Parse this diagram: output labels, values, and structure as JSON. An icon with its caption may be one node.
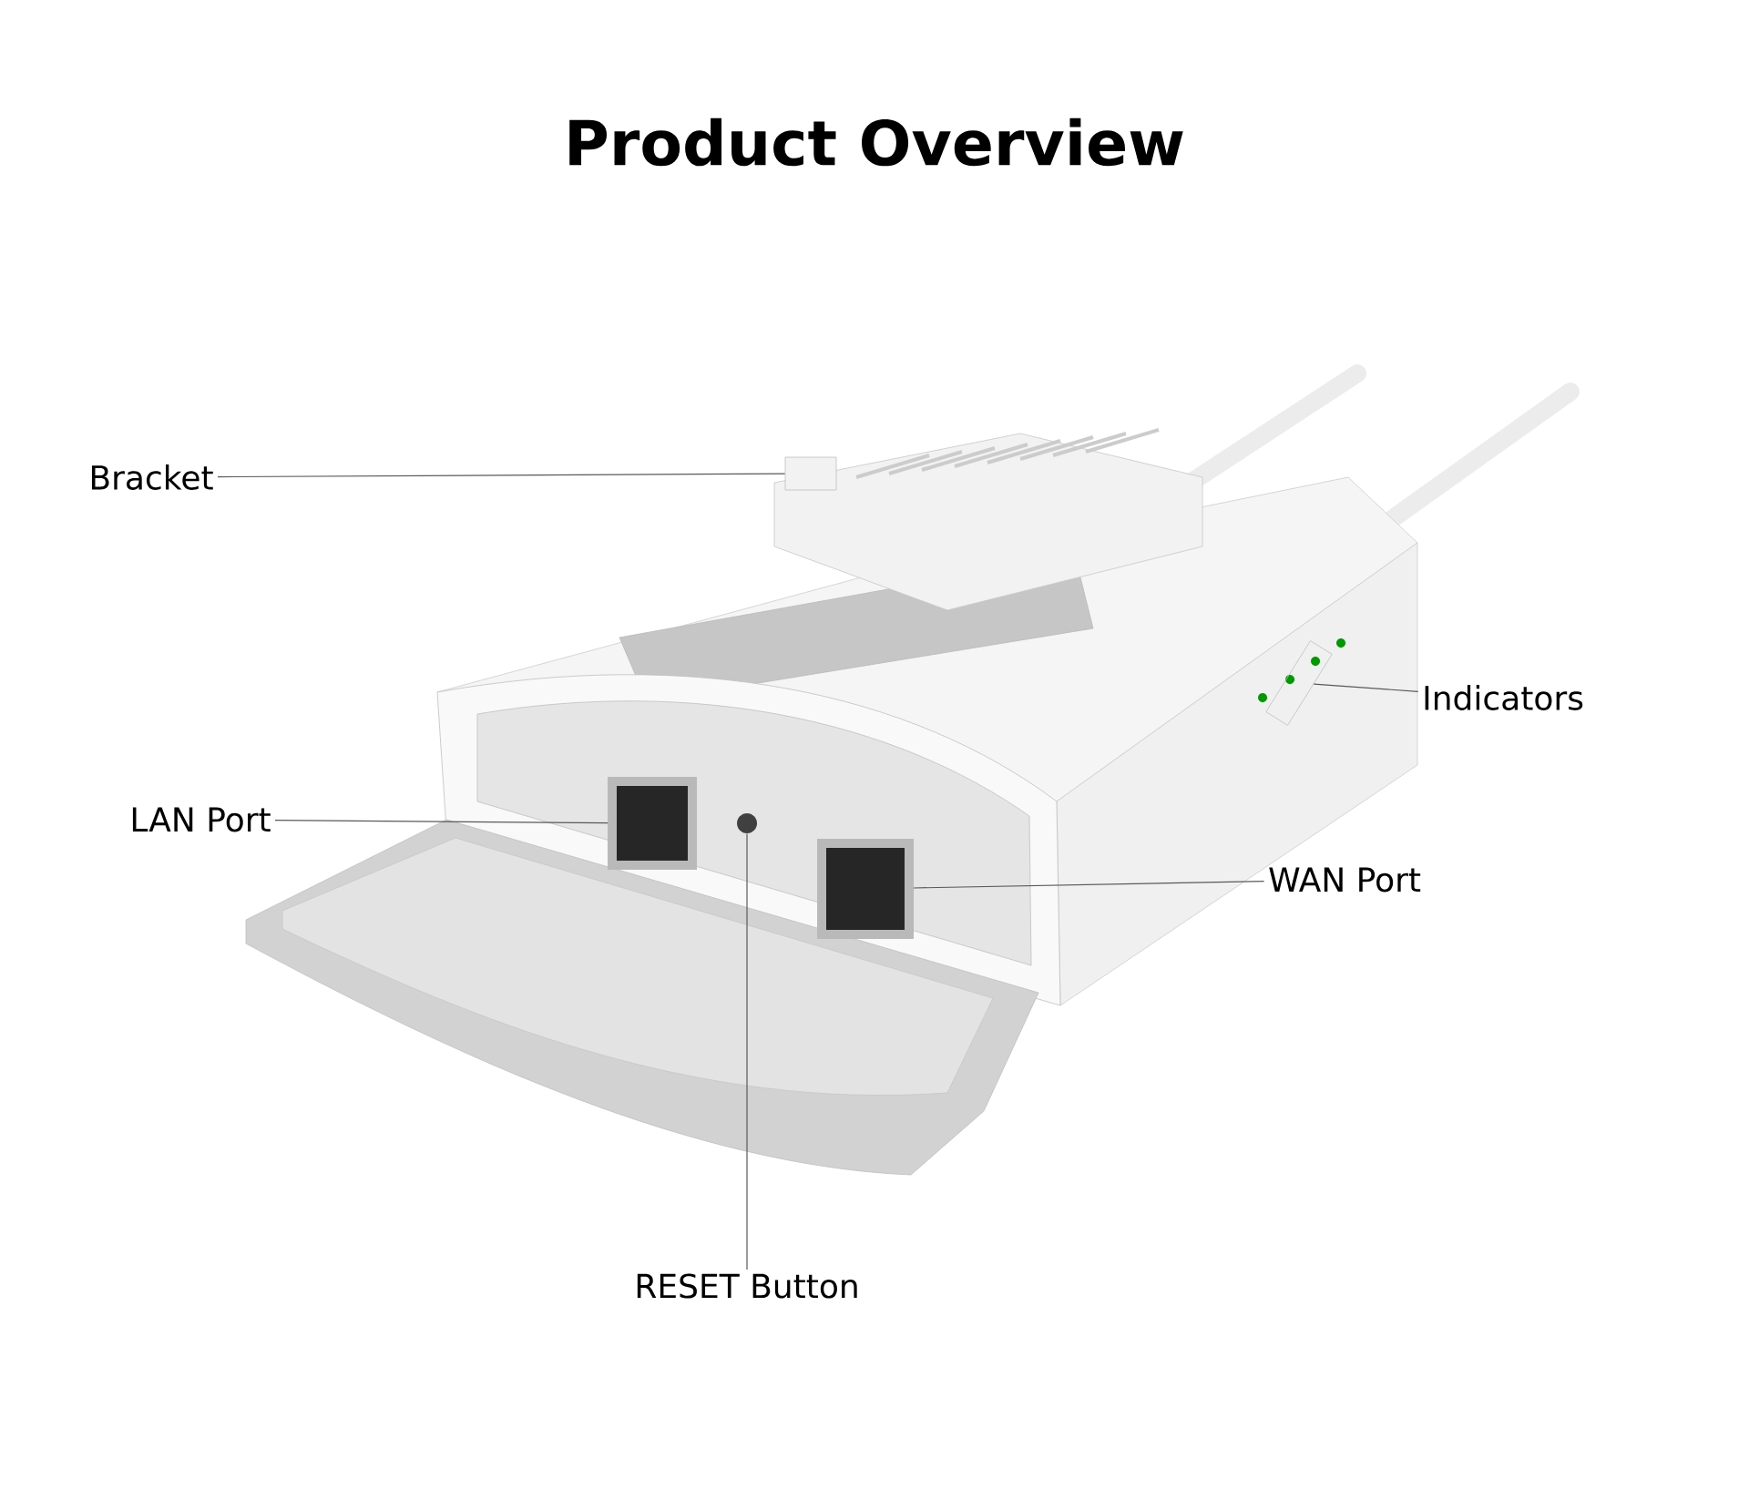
{
  "diagram": {
    "title": "Product Overview",
    "nodes": [
      {
        "text": [
          "Bracket"
        ]
      },
      {
        "text": [],
        "shape": "box"
      },
      {
        "text": [
          "Indicators"
        ]
      },
      {
        "text": [],
        "shape": "box"
      },
      {
        "text": [
          "LAN Port"
        ]
      },
      {
        "text": [],
        "shape": "box"
      },
      {
        "text": [
          "WAN Port"
        ]
      },
      {
        "text": [],
        "shape": "box"
      },
      {
        "text": [
          "RESET Button"
        ]
      },
      {
        "text": [],
        "shape": "circle"
      }
    ],
    "edges": [
      {
        "from": 0,
        "to": 1,
        "arrow": "none"
      },
      {
        "from": 2,
        "to": 3,
        "arrow": "none"
      },
      {
        "from": 4,
        "to": 5,
        "arrow": "none"
      },
      {
        "from": 6,
        "to": 7,
        "arrow": "none"
      },
      {
        "from": 8,
        "to": 9,
        "arrow": "none"
      }
    ]
  }
}
